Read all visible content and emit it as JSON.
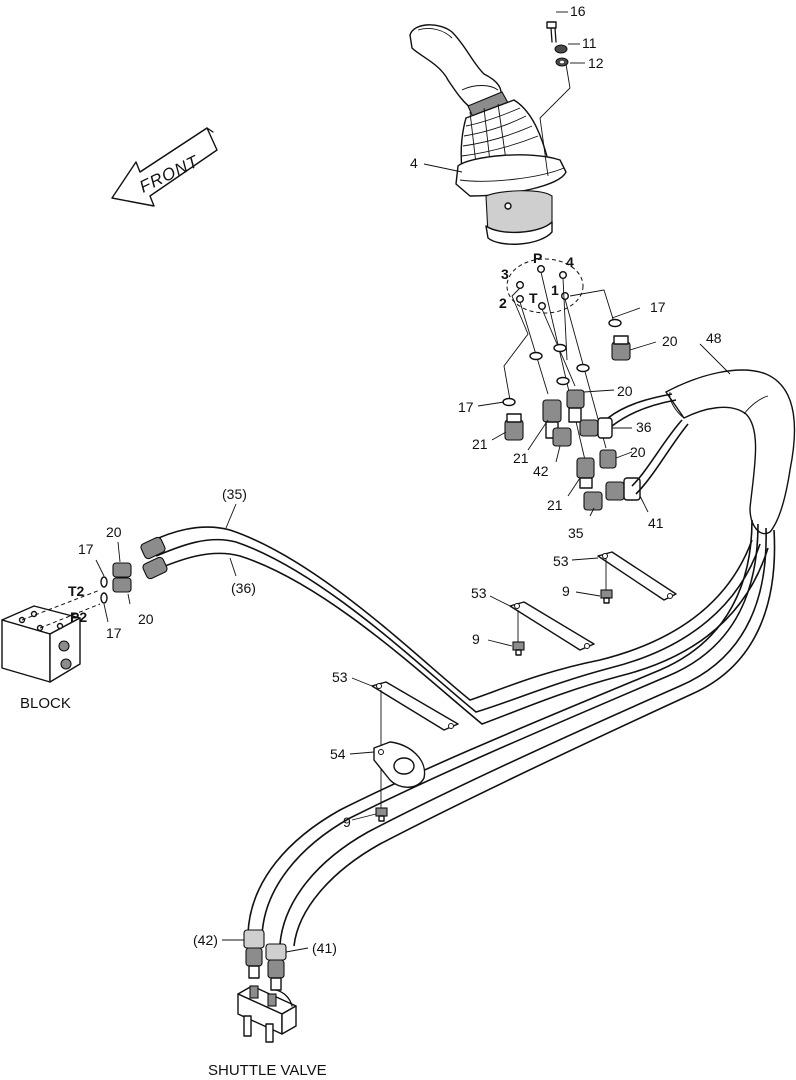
{
  "direction_arrow": {
    "text": "FRONT"
  },
  "captions": {
    "block": "BLOCK",
    "shuttle_valve": "SHUTTLE VALVE"
  },
  "ports": {
    "p": "P",
    "t": "T",
    "n1": "1",
    "n2": "2",
    "n3": "3",
    "n4": "4",
    "t2": "T2",
    "p2": "P2"
  },
  "callouts": {
    "c16": "16",
    "c11": "11",
    "c12": "12",
    "c4": "4",
    "c17a": "17",
    "c20a": "20",
    "c48": "48",
    "c20b": "20",
    "c17b": "17",
    "c21a": "21",
    "c21b": "21",
    "c36": "36",
    "c42": "42",
    "c20c": "20",
    "c21c": "21",
    "c35": "35",
    "c41": "41",
    "c35p": "(35)",
    "c36p": "(36)",
    "c20d": "20",
    "c17c": "17",
    "c20e": "20",
    "c17d": "17",
    "c53a": "53",
    "c9a": "9",
    "c53b": "53",
    "c9b": "9",
    "c53c": "53",
    "c54": "54",
    "c9c": "9",
    "c42p": "(42)",
    "c41p": "(41)"
  },
  "colors": {
    "line": "#111111",
    "shade": "#8c8c8c",
    "background": "#ffffff"
  }
}
